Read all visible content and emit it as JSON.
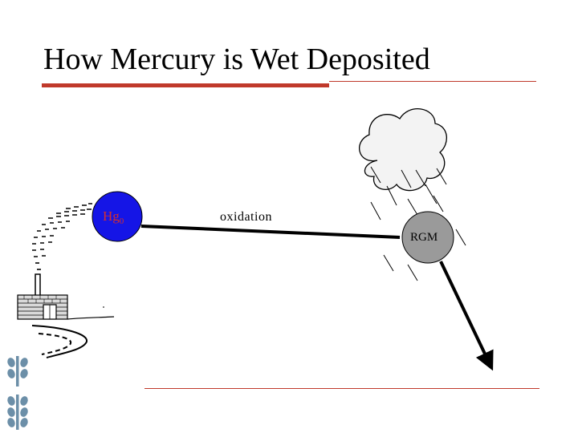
{
  "slide": {
    "title": "How Mercury is Wet Deposited"
  },
  "diagram": {
    "hg_label": "Hg",
    "hg_subscript": "0",
    "process_label": "oxidation",
    "product_label": "RGM"
  },
  "colors": {
    "accent_red": "#c0392b",
    "hg_circle": "#1515e6",
    "rgm_circle": "#9a9a9a",
    "cloud_fill": "#f3f3f3",
    "leaf": "#6c8fa8"
  }
}
